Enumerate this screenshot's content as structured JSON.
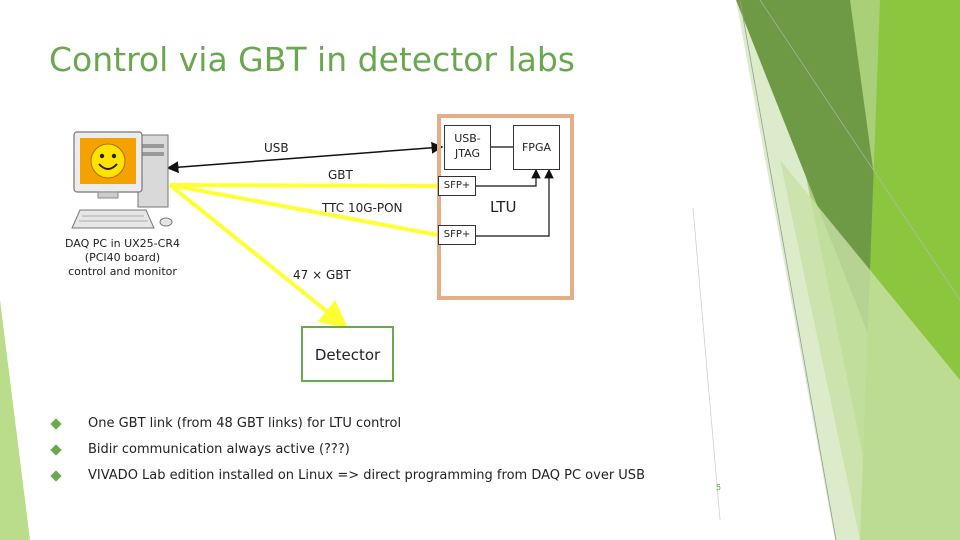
{
  "slide": {
    "title": "Control via GBT in detector labs",
    "page_number": "5"
  },
  "pc": {
    "caption_line1": "DAQ PC in UX25-CR4",
    "caption_line2": "(PCI40 board)",
    "caption_line3": "control and monitor"
  },
  "diagram": {
    "usb_label": "USB",
    "gbt_label": "GBT",
    "ttc_label": "TTC 10G-PON",
    "gbt47_label": "47 × GBT",
    "usb_jtag_line1": "USB-",
    "usb_jtag_line2": "JTAG",
    "fpga_label": "FPGA",
    "sfp1_label": "SFP+",
    "sfp2_label": "SFP+",
    "ltu_label": "LTU",
    "detector_label": "Detector"
  },
  "bullets": [
    "One GBT link (from 48 GBT links) for LTU control",
    "Bidir communication always active (???)",
    "VIVADO Lab edition installed on Linux => direct programming from DAQ PC over USB"
  ],
  "colors": {
    "accent_green": "#6aa84f",
    "highlight_yellow": "#ffff33",
    "ltu_frame": "#e4ae8a"
  }
}
